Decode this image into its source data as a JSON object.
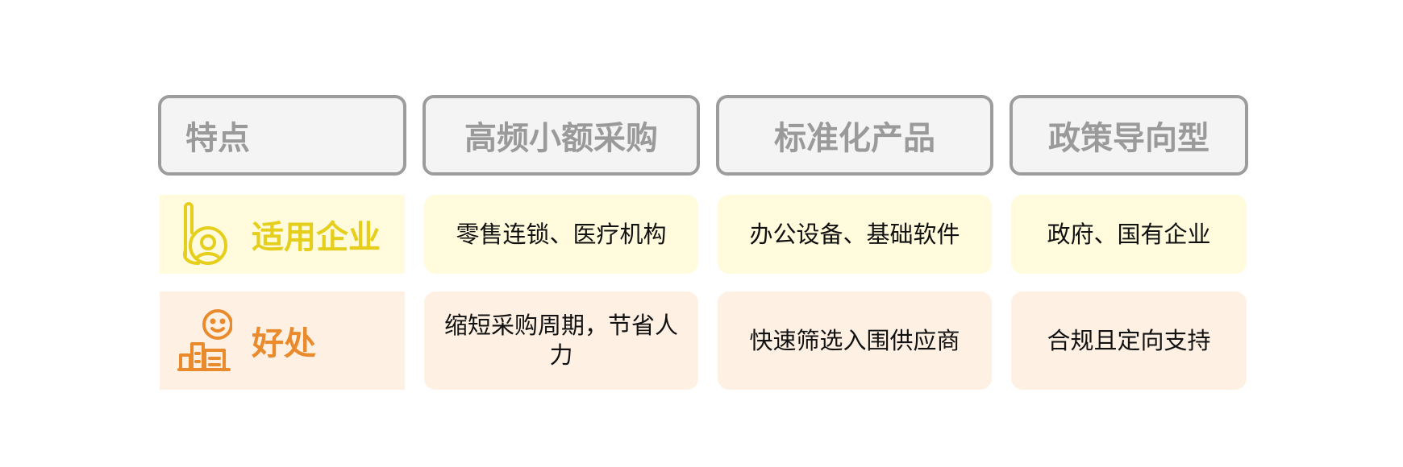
{
  "header": {
    "feature": "特点",
    "col1": "高频小额采购",
    "col2": "标准化产品",
    "col3": "政策导向型"
  },
  "rows": [
    {
      "label": "适用企业",
      "icon": "chart-user-icon",
      "color": "#e6cf1c",
      "bg": "#fffbdc",
      "cells": [
        "零售连锁、医疗机构",
        "办公设备、基础软件",
        "政府、国有企业"
      ]
    },
    {
      "label": "好处",
      "icon": "smiley-growth-icon",
      "color": "#e98a2d",
      "bg": "#fef1e4",
      "cells": [
        "缩短采购周期，节省人力",
        "快速筛选入围供应商",
        "合规且定向支持"
      ]
    }
  ]
}
